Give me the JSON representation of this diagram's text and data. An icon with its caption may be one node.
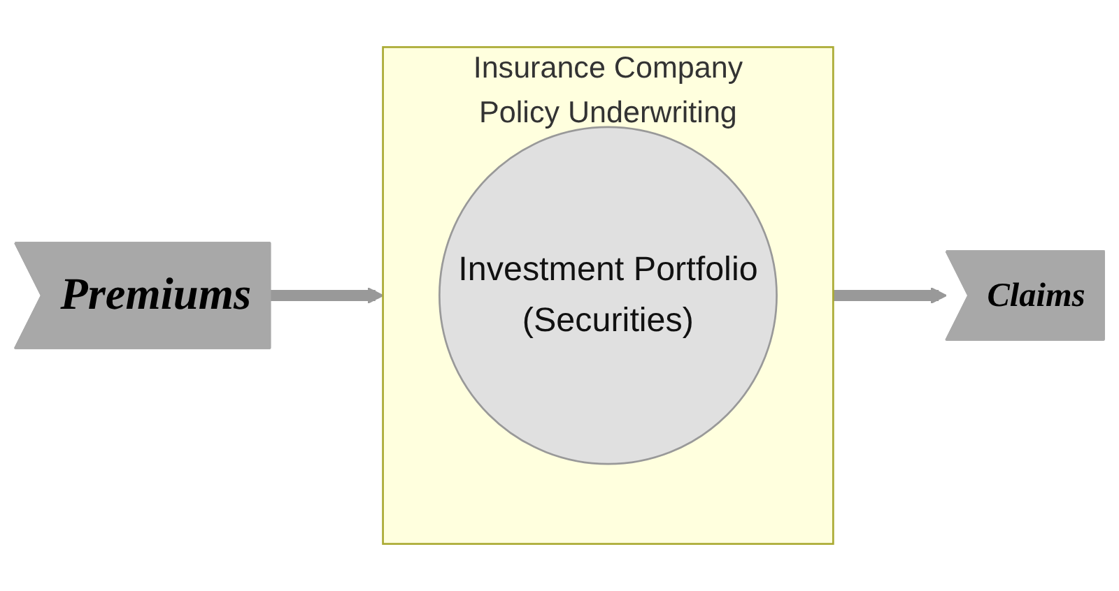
{
  "diagram": {
    "nodes": [
      {
        "text": [
          "Insurance Company",
          "Policy Underwriting"
        ]
      },
      {
        "text": [
          "Investment Portfolio",
          "(Securities)"
        ],
        "in": 0
      },
      {
        "text": [
          "Premiums"
        ]
      },
      {
        "text": [
          "Claims"
        ]
      }
    ],
    "edges": [
      {
        "from": 2,
        "to": 0,
        "arrow": "to"
      },
      {
        "from": 0,
        "to": 3,
        "arrow": "to"
      }
    ]
  }
}
